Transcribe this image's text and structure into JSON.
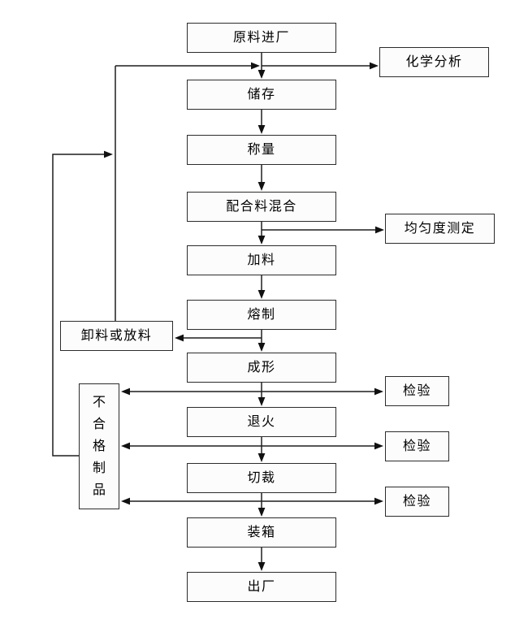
{
  "diagram": {
    "type": "flowchart",
    "language": "zh-CN",
    "colors": {
      "background": "#ffffff",
      "box_fill": "#fcfcfd",
      "box_border": "#2c2c2c",
      "line": "#1f1f1f",
      "text": "#000000"
    },
    "main_steps": [
      {
        "id": "raw_material_entry",
        "label": "原料进厂"
      },
      {
        "id": "storage",
        "label": "储存"
      },
      {
        "id": "weighing",
        "label": "称量"
      },
      {
        "id": "batch_mixing",
        "label": "配合料混合"
      },
      {
        "id": "feeding",
        "label": "加料"
      },
      {
        "id": "melting",
        "label": "熔制"
      },
      {
        "id": "forming",
        "label": "成形"
      },
      {
        "id": "annealing",
        "label": "退火"
      },
      {
        "id": "cutting",
        "label": "切裁"
      },
      {
        "id": "packing",
        "label": "装箱"
      },
      {
        "id": "shipping",
        "label": "出厂"
      }
    ],
    "side_nodes": {
      "chemical_analysis": {
        "label": "化学分析"
      },
      "uniformity_test": {
        "label": "均匀度测定"
      },
      "unloading": {
        "label": "卸料或放料"
      },
      "inspection_1": {
        "label": "检验"
      },
      "inspection_2": {
        "label": "检验"
      },
      "inspection_3": {
        "label": "检验"
      },
      "rejected_products": {
        "label": "不\n合\n格\n制\n品"
      }
    },
    "edges": [
      {
        "from": "raw_material_entry",
        "to": "storage",
        "type": "flow"
      },
      {
        "from": "storage",
        "to": "weighing",
        "type": "flow"
      },
      {
        "from": "weighing",
        "to": "batch_mixing",
        "type": "flow"
      },
      {
        "from": "batch_mixing",
        "to": "feeding",
        "type": "flow"
      },
      {
        "from": "feeding",
        "to": "melting",
        "type": "flow"
      },
      {
        "from": "melting",
        "to": "forming",
        "type": "flow"
      },
      {
        "from": "forming",
        "to": "annealing",
        "type": "flow"
      },
      {
        "from": "annealing",
        "to": "cutting",
        "type": "flow"
      },
      {
        "from": "cutting",
        "to": "packing",
        "type": "flow"
      },
      {
        "from": "packing",
        "to": "shipping",
        "type": "flow"
      },
      {
        "from": "raw_material_entry",
        "to": "chemical_analysis",
        "type": "branch"
      },
      {
        "from": "batch_mixing",
        "to": "uniformity_test",
        "type": "branch"
      },
      {
        "from": "melting",
        "to": "unloading",
        "type": "branch"
      },
      {
        "from": "unloading",
        "to": "storage",
        "type": "feedback"
      },
      {
        "from": "forming",
        "to": "inspection_1",
        "type": "branch"
      },
      {
        "from": "annealing",
        "to": "inspection_2",
        "type": "branch"
      },
      {
        "from": "cutting",
        "to": "inspection_3",
        "type": "branch"
      },
      {
        "from": "forming",
        "to": "rejected_products",
        "type": "reject"
      },
      {
        "from": "annealing",
        "to": "rejected_products",
        "type": "reject"
      },
      {
        "from": "cutting",
        "to": "rejected_products",
        "type": "reject"
      },
      {
        "from": "rejected_products",
        "to": "storage",
        "type": "feedback"
      }
    ]
  }
}
